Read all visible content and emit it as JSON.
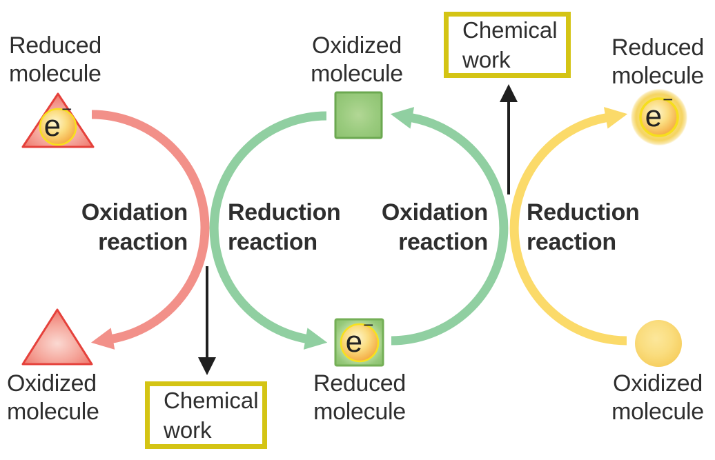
{
  "electron": {
    "symbol": "e",
    "charge": "−"
  },
  "molecules": {
    "top_left": {
      "line1": "Reduced",
      "line2": "molecule"
    },
    "bottom_left": {
      "line1": "Oxidized",
      "line2": "molecule"
    },
    "top_center": {
      "line1": "Oxidized",
      "line2": "molecule"
    },
    "bottom_center": {
      "line1": "Reduced",
      "line2": "molecule"
    },
    "top_right": {
      "line1": "Reduced",
      "line2": "molecule"
    },
    "bottom_right": {
      "line1": "Oxidized",
      "line2": "molecule"
    }
  },
  "reactions": {
    "left_oxidation": {
      "line1": "Oxidation",
      "line2": "reaction"
    },
    "center_reduction": {
      "line1": "Reduction",
      "line2": "reaction"
    },
    "center_oxidation": {
      "line1": "Oxidation",
      "line2": "reaction"
    },
    "right_reduction": {
      "line1": "Reduction",
      "line2": "reaction"
    }
  },
  "work_boxes": {
    "top": {
      "line1": "Chemical",
      "line2": "work"
    },
    "bottom": {
      "line1": "Chemical",
      "line2": "work"
    }
  },
  "colors": {
    "oxidation_arrow_red": "#F29089",
    "reduction_arrow_green": "#90CFA1",
    "reduction_arrow_yellow": "#FBDA69",
    "work_box_border": "#D4C414",
    "black_arrow": "#1F1F1F",
    "text": "#2E2E2E"
  }
}
